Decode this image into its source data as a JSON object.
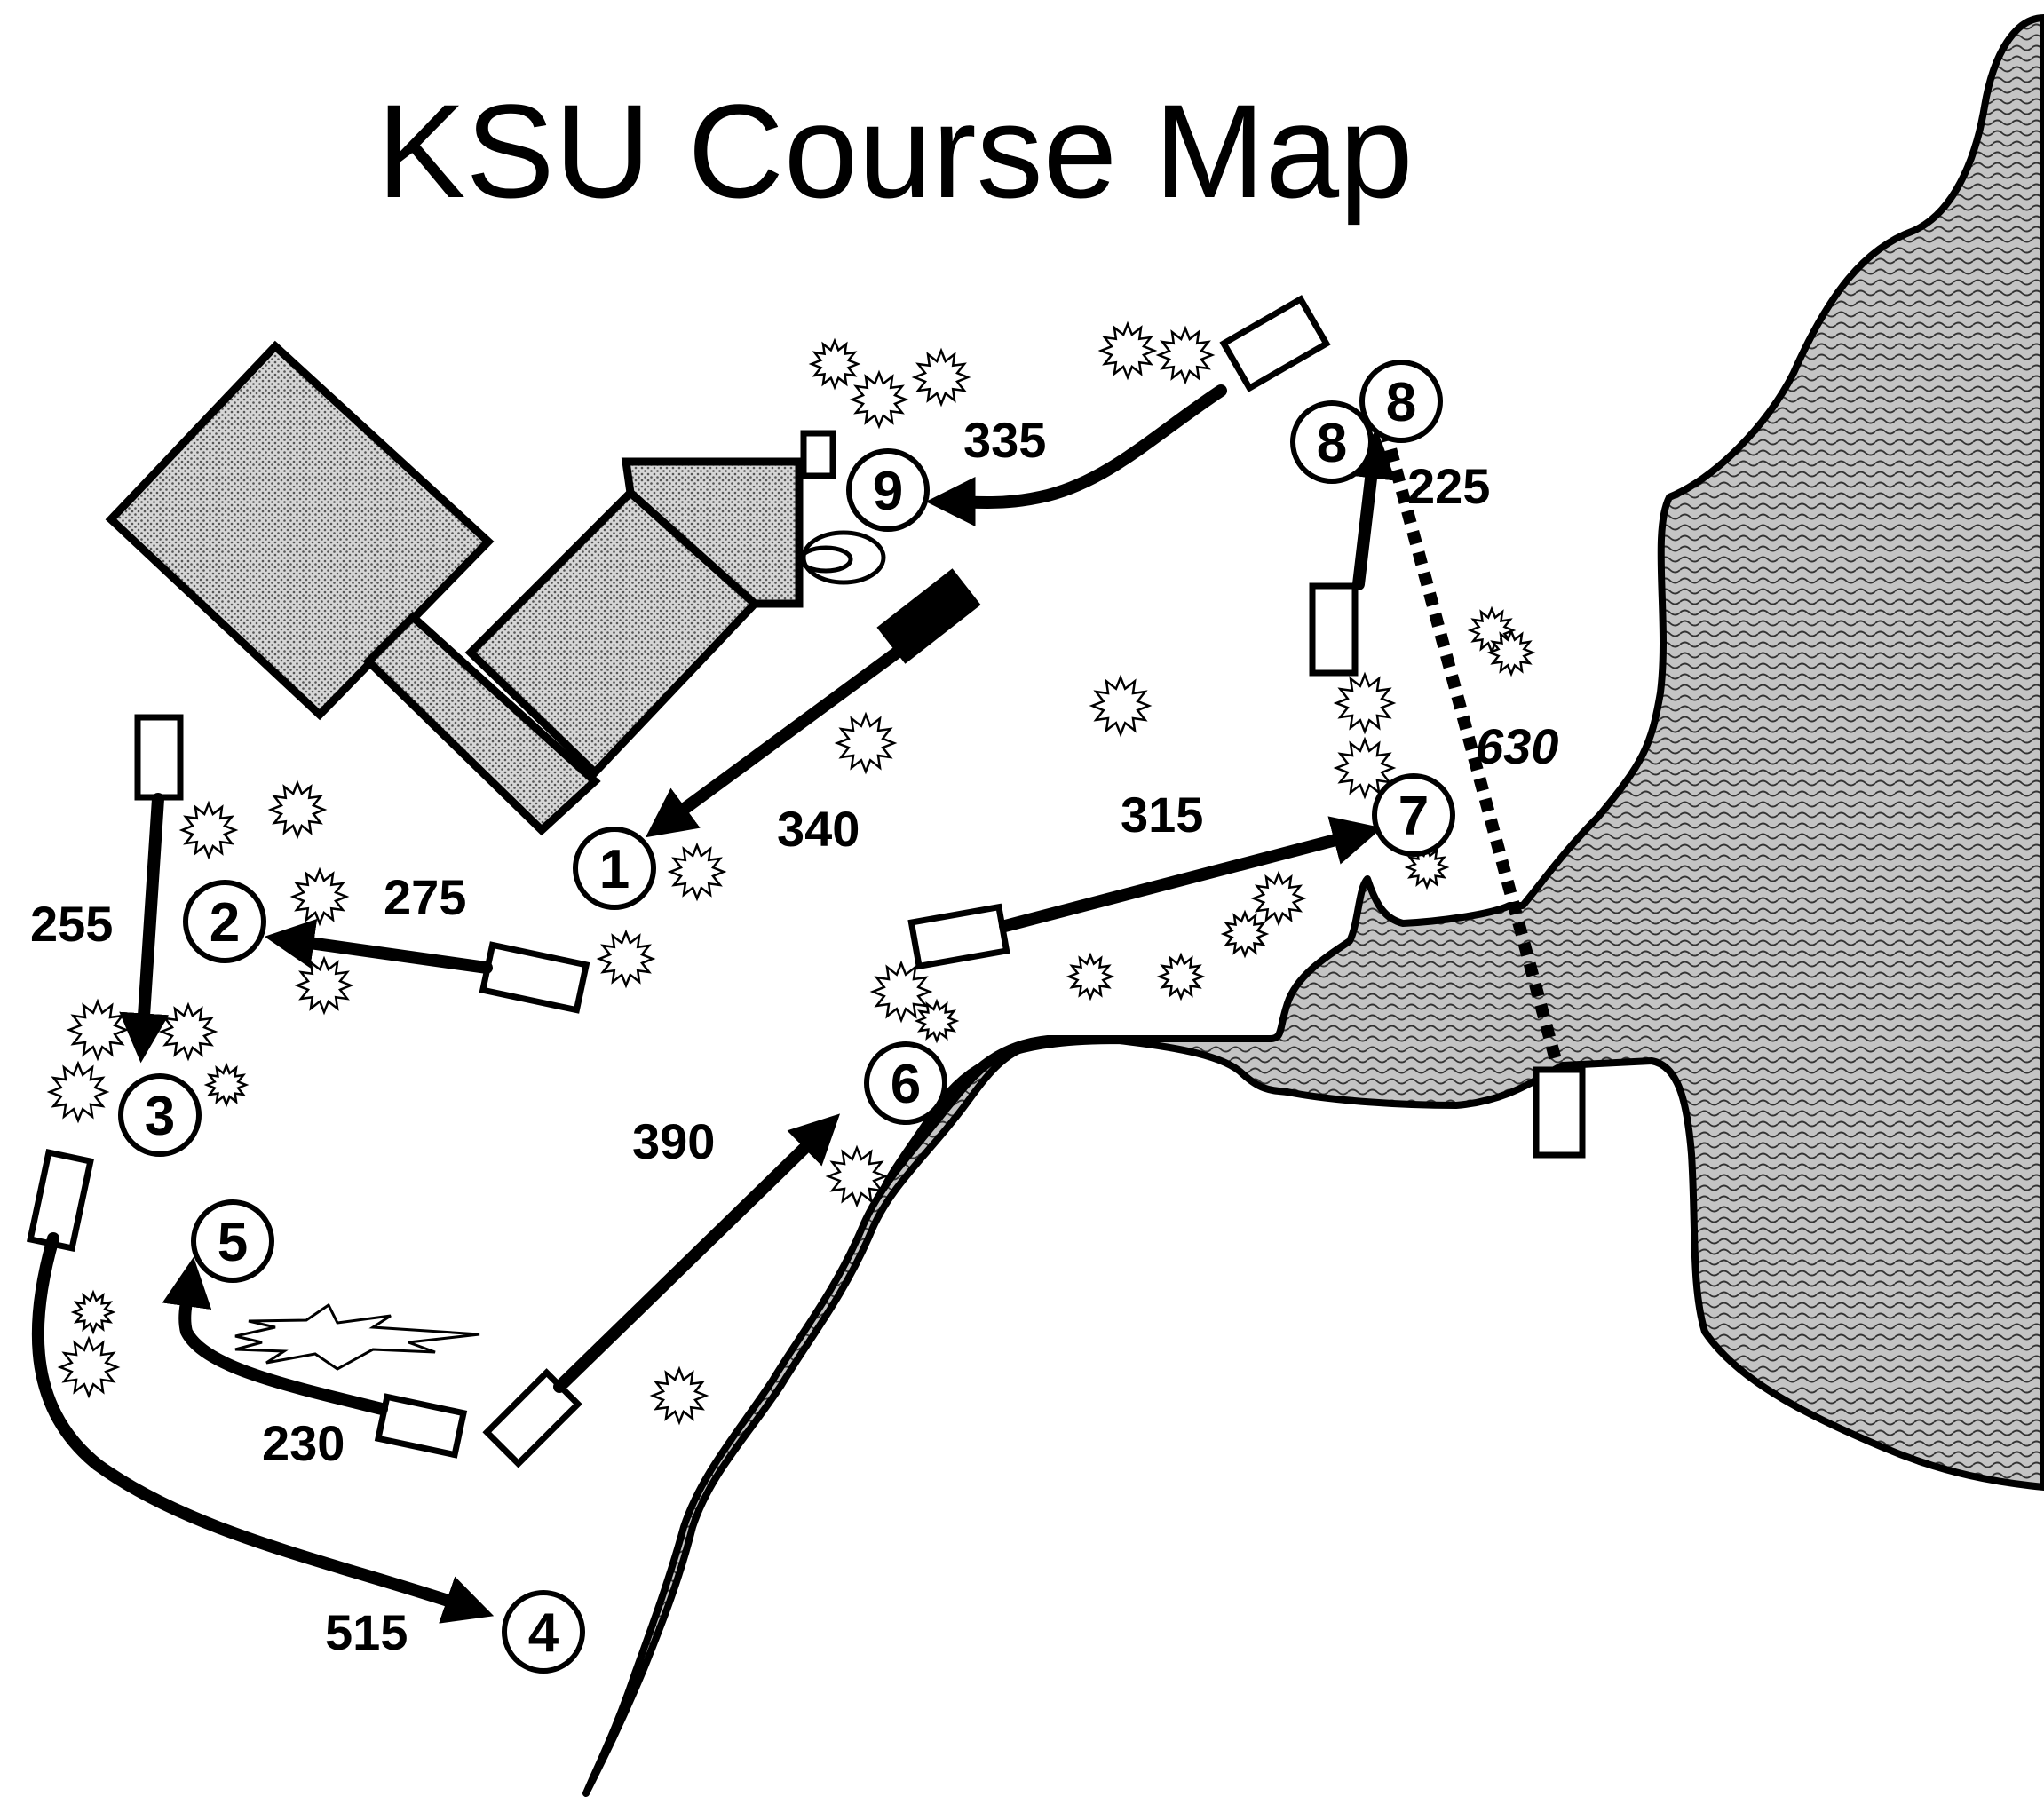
{
  "map": {
    "title": "KSU Course Map",
    "colors": {
      "ink": "#000000",
      "paper": "#ffffff",
      "fill": "#b8b8b8"
    },
    "holes": [
      {
        "number": "1",
        "distance": "340"
      },
      {
        "number": "2",
        "distance": "275"
      },
      {
        "number": "3",
        "distance": "255"
      },
      {
        "number": "4",
        "distance": "515"
      },
      {
        "number": "5",
        "distance": "230"
      },
      {
        "number": "6",
        "distance": "390"
      },
      {
        "number": "7",
        "distance": "315"
      },
      {
        "number": "8",
        "distance": "225"
      },
      {
        "number": "8",
        "distance": "630"
      },
      {
        "number": "9",
        "distance": "335"
      }
    ],
    "icons": [
      "tee-box-icon",
      "basket-icon",
      "tree-icon",
      "direction-arrow-icon",
      "building-icon",
      "water-icon"
    ]
  }
}
